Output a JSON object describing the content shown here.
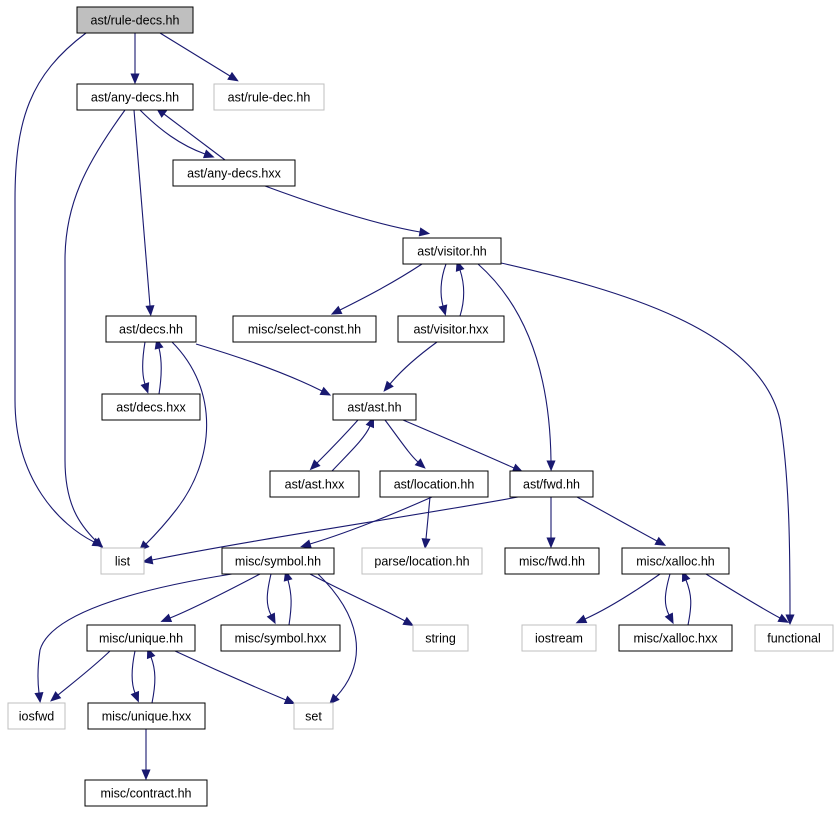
{
  "graph": {
    "colors": {
      "edge": "#191970",
      "node_border": "#000000",
      "external_border": "#bfbfbf",
      "external_text": "#000000",
      "focus_fill": "#bfbfbf",
      "node_fill": "#ffffff"
    },
    "nodes": [
      {
        "id": "rule-decs",
        "label": "ast/rule-decs.hh",
        "kind": "focus"
      },
      {
        "id": "any-decs",
        "label": "ast/any-decs.hh",
        "kind": "internal"
      },
      {
        "id": "rule-dec",
        "label": "ast/rule-dec.hh",
        "kind": "external"
      },
      {
        "id": "any-decs-hxx",
        "label": "ast/any-decs.hxx",
        "kind": "internal"
      },
      {
        "id": "visitor",
        "label": "ast/visitor.hh",
        "kind": "internal"
      },
      {
        "id": "decs",
        "label": "ast/decs.hh",
        "kind": "internal"
      },
      {
        "id": "select-const",
        "label": "misc/select-const.hh",
        "kind": "internal"
      },
      {
        "id": "visitor-hxx",
        "label": "ast/visitor.hxx",
        "kind": "internal"
      },
      {
        "id": "decs-hxx",
        "label": "ast/decs.hxx",
        "kind": "internal"
      },
      {
        "id": "ast",
        "label": "ast/ast.hh",
        "kind": "internal"
      },
      {
        "id": "ast-hxx",
        "label": "ast/ast.hxx",
        "kind": "internal"
      },
      {
        "id": "location",
        "label": "ast/location.hh",
        "kind": "internal"
      },
      {
        "id": "fwd",
        "label": "ast/fwd.hh",
        "kind": "internal"
      },
      {
        "id": "list",
        "label": "list",
        "kind": "external"
      },
      {
        "id": "symbol",
        "label": "misc/symbol.hh",
        "kind": "internal"
      },
      {
        "id": "parse-location",
        "label": "parse/location.hh",
        "kind": "external"
      },
      {
        "id": "misc-fwd",
        "label": "misc/fwd.hh",
        "kind": "internal"
      },
      {
        "id": "xalloc",
        "label": "misc/xalloc.hh",
        "kind": "internal"
      },
      {
        "id": "unique",
        "label": "misc/unique.hh",
        "kind": "internal"
      },
      {
        "id": "symbol-hxx",
        "label": "misc/symbol.hxx",
        "kind": "internal"
      },
      {
        "id": "string",
        "label": "string",
        "kind": "external"
      },
      {
        "id": "iostream",
        "label": "iostream",
        "kind": "external"
      },
      {
        "id": "xalloc-hxx",
        "label": "misc/xalloc.hxx",
        "kind": "internal"
      },
      {
        "id": "functional",
        "label": "functional",
        "kind": "external"
      },
      {
        "id": "iosfwd",
        "label": "iosfwd",
        "kind": "external"
      },
      {
        "id": "unique-hxx",
        "label": "misc/unique.hxx",
        "kind": "internal"
      },
      {
        "id": "set",
        "label": "set",
        "kind": "external"
      },
      {
        "id": "contract",
        "label": "misc/contract.hh",
        "kind": "internal"
      }
    ],
    "edges": [
      {
        "from": "rule-decs",
        "to": "any-decs"
      },
      {
        "from": "rule-decs",
        "to": "rule-dec"
      },
      {
        "from": "rule-decs",
        "to": "list"
      },
      {
        "from": "any-decs",
        "to": "any-decs-hxx"
      },
      {
        "from": "any-decs-hxx",
        "to": "any-decs"
      },
      {
        "from": "any-decs",
        "to": "decs"
      },
      {
        "from": "any-decs",
        "to": "list"
      },
      {
        "from": "any-decs-hxx",
        "to": "visitor"
      },
      {
        "from": "visitor",
        "to": "select-const"
      },
      {
        "from": "visitor",
        "to": "visitor-hxx"
      },
      {
        "from": "visitor-hxx",
        "to": "visitor"
      },
      {
        "from": "visitor",
        "to": "fwd"
      },
      {
        "from": "visitor",
        "to": "functional"
      },
      {
        "from": "visitor-hxx",
        "to": "ast"
      },
      {
        "from": "decs",
        "to": "decs-hxx"
      },
      {
        "from": "decs-hxx",
        "to": "decs"
      },
      {
        "from": "decs",
        "to": "ast"
      },
      {
        "from": "decs",
        "to": "list"
      },
      {
        "from": "ast",
        "to": "ast-hxx"
      },
      {
        "from": "ast-hxx",
        "to": "ast"
      },
      {
        "from": "ast",
        "to": "location"
      },
      {
        "from": "ast",
        "to": "fwd"
      },
      {
        "from": "location",
        "to": "symbol"
      },
      {
        "from": "location",
        "to": "parse-location"
      },
      {
        "from": "fwd",
        "to": "list"
      },
      {
        "from": "fwd",
        "to": "misc-fwd"
      },
      {
        "from": "fwd",
        "to": "xalloc"
      },
      {
        "from": "symbol",
        "to": "unique"
      },
      {
        "from": "symbol",
        "to": "symbol-hxx"
      },
      {
        "from": "symbol-hxx",
        "to": "symbol"
      },
      {
        "from": "symbol",
        "to": "string"
      },
      {
        "from": "symbol",
        "to": "iosfwd"
      },
      {
        "from": "symbol",
        "to": "set"
      },
      {
        "from": "xalloc",
        "to": "iostream"
      },
      {
        "from": "xalloc",
        "to": "xalloc-hxx"
      },
      {
        "from": "xalloc-hxx",
        "to": "xalloc"
      },
      {
        "from": "xalloc",
        "to": "functional"
      },
      {
        "from": "unique",
        "to": "iosfwd"
      },
      {
        "from": "unique",
        "to": "unique-hxx"
      },
      {
        "from": "unique-hxx",
        "to": "unique"
      },
      {
        "from": "unique",
        "to": "set"
      },
      {
        "from": "unique-hxx",
        "to": "contract"
      }
    ]
  }
}
